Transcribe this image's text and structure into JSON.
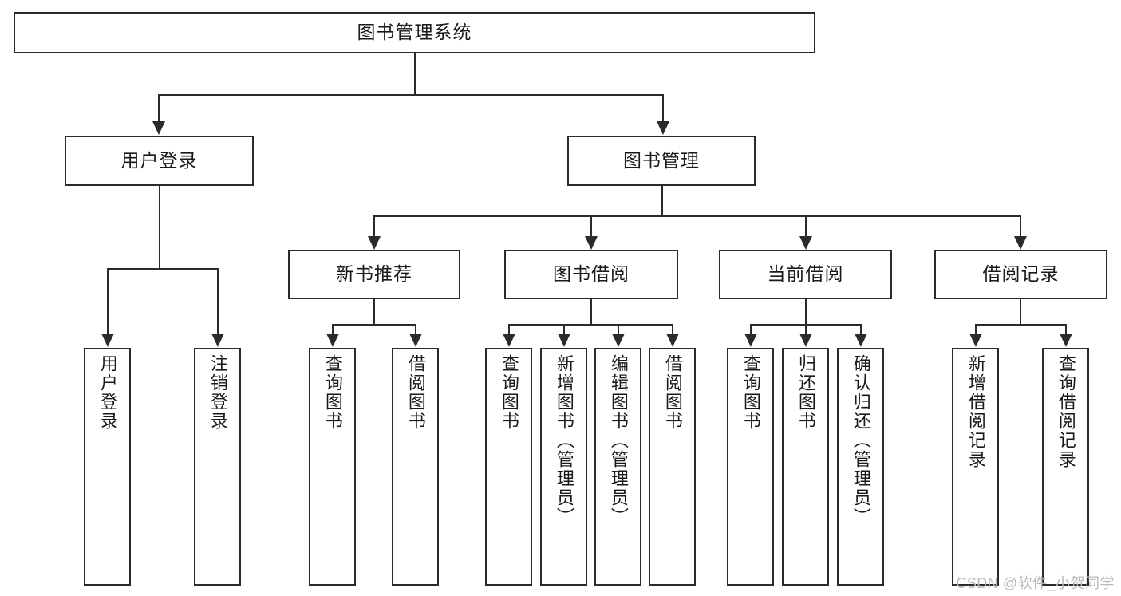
{
  "diagram": {
    "title": "图书管理系统",
    "watermark": "CSDN @软件_小贺同学",
    "line_color": "#2b2b2b",
    "box_fill": "#ffffff",
    "text_color": "#1a1a1a",
    "watermark_color": "#b9b9b9"
  },
  "root": {
    "label": "图书管理系统"
  },
  "level2": [
    {
      "label": "用户登录"
    },
    {
      "label": "图书管理"
    }
  ],
  "level3": [
    {
      "label": "新书推荐"
    },
    {
      "label": "图书借阅"
    },
    {
      "label": "当前借阅"
    },
    {
      "label": "借阅记录"
    }
  ],
  "leaves": {
    "user_login": [
      {
        "label": "用户登录"
      },
      {
        "label": "注销登录"
      }
    ],
    "new_book_recommend": [
      {
        "label": "查询图书"
      },
      {
        "label": "借阅图书"
      }
    ],
    "book_borrow": [
      {
        "label": "查询图书"
      },
      {
        "label": "新增图书（管理员）"
      },
      {
        "label": "编辑图书（管理员）"
      },
      {
        "label": "借阅图书"
      }
    ],
    "current_borrow": [
      {
        "label": "查询图书"
      },
      {
        "label": "归还图书"
      },
      {
        "label": "确认归还（管理员）"
      }
    ],
    "borrow_record": [
      {
        "label": "新增借阅记录"
      },
      {
        "label": "查询借阅记录"
      }
    ]
  }
}
